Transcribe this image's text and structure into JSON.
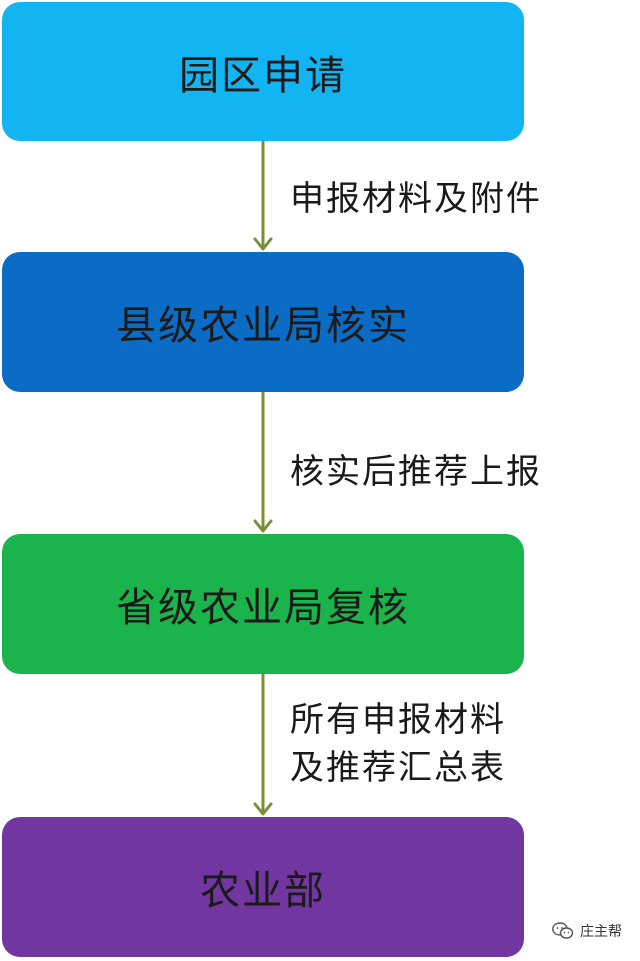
{
  "steps": [
    {
      "label": "园区申请",
      "color": "#12B5F2"
    },
    {
      "label": "县级农业局核实",
      "color": "#0A6CC4"
    },
    {
      "label": "省级农业局复核",
      "color": "#1BB44C"
    },
    {
      "label": "农业部",
      "color": "#7236A1"
    }
  ],
  "transitions": [
    {
      "lines": [
        "申报材料及附件"
      ]
    },
    {
      "lines": [
        "核实后推荐上报"
      ]
    },
    {
      "lines": [
        "所有申报材料",
        "及推荐汇总表"
      ]
    }
  ],
  "arrow_color": "#7A8F3A",
  "watermark": {
    "text": "庄主帮",
    "icon": "wechat-icon"
  }
}
